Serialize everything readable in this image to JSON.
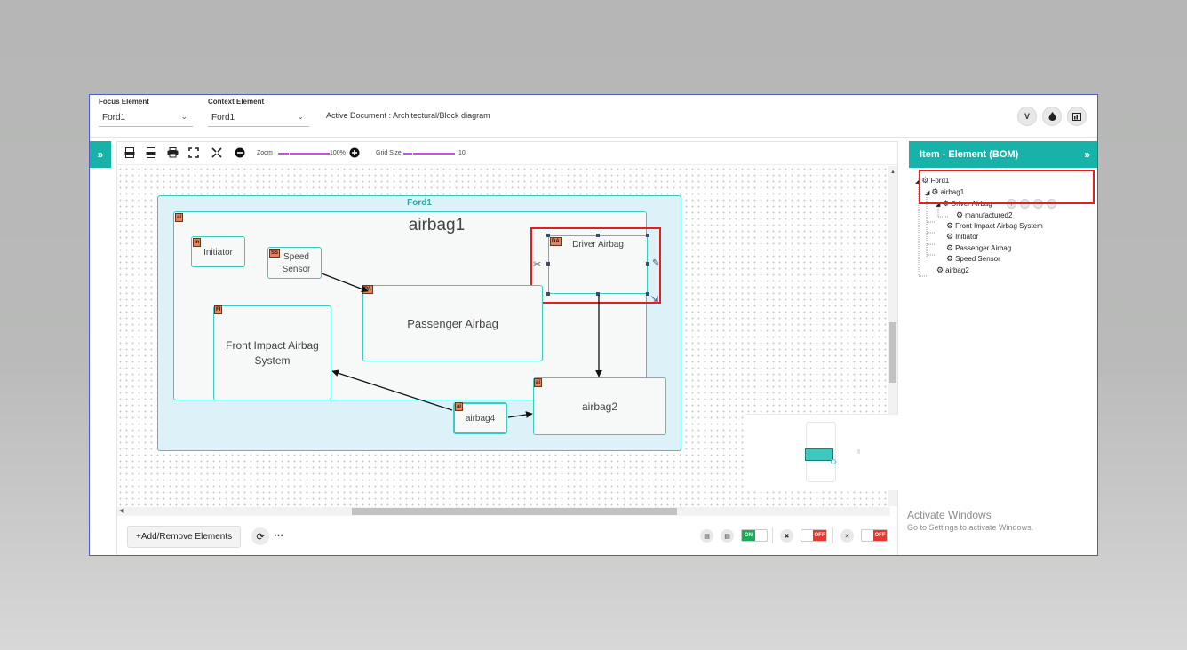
{
  "header": {
    "focus_label": "Focus Element",
    "focus_value": "Ford1",
    "context_label": "Context Element",
    "context_value": "Ford1",
    "active_document": "Active Document : Architectural/Block diagram"
  },
  "top_icons": [
    "vue-icon",
    "droplet-icon",
    "chart-icon"
  ],
  "toolbar": {
    "zoom_label": "Zoom",
    "zoom_value": "100%",
    "grid_label": "Grid Size",
    "grid_value": "10"
  },
  "diagram": {
    "root": "Ford1",
    "parent": {
      "tag": "ai",
      "label": "airbag1"
    },
    "blocks": [
      {
        "tag": "In",
        "label": "Initiator"
      },
      {
        "tag": "SS",
        "label": "Speed Sensor"
      },
      {
        "tag": "DA",
        "label": "Driver Airbag"
      },
      {
        "tag": "PA",
        "label": "Passenger Airbag"
      },
      {
        "tag": "FI",
        "label": "Front Impact Airbag System"
      },
      {
        "tag": "ai",
        "label": "airbag4"
      },
      {
        "tag": "ai",
        "label": "airbag2"
      }
    ]
  },
  "bottom": {
    "add_label": "+Add/Remove Elements",
    "toggle_on": "ON",
    "toggle_off_1": "OFF",
    "toggle_off_2": "OFF"
  },
  "right_panel": {
    "title": "Item - Element (BOM)",
    "tree": [
      {
        "label": "Ford1"
      },
      {
        "label": "airbag1"
      },
      {
        "label": "Driver Airbag"
      },
      {
        "label": "manufactured2"
      },
      {
        "label": "Front Impact Airbag System"
      },
      {
        "label": "Initiator"
      },
      {
        "label": "Passenger Airbag"
      },
      {
        "label": "Speed Sensor"
      },
      {
        "label": "airbag2"
      }
    ]
  },
  "watermark": {
    "line1": "Activate Windows",
    "line2": "Go to Settings to activate Windows."
  },
  "colors": {
    "accent": "#17b3a8",
    "block_border": "#3ec9c0",
    "root_fill": "#dcf1f8",
    "highlight": "#e02020",
    "tag_fill": "#e8825a",
    "slider": "#c455d8"
  }
}
